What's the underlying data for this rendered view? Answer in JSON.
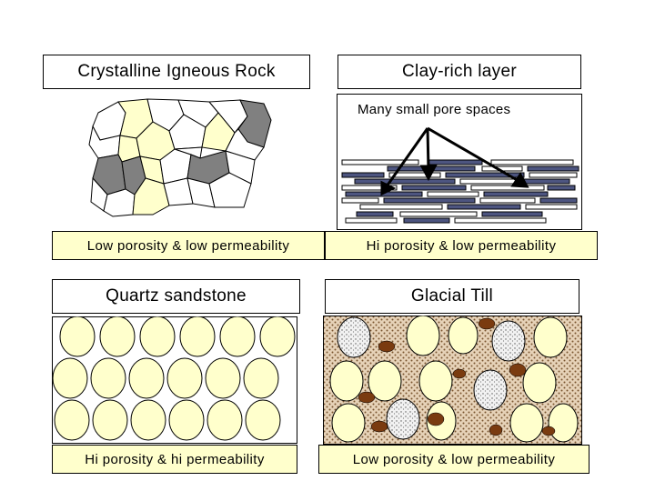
{
  "panels": [
    {
      "title": "Crystalline Igneous Rock",
      "caption": "Low porosity & low permeability"
    },
    {
      "title": "Clay-rich layer",
      "annotation": "Many small pore spaces",
      "caption": "Hi porosity & low permeability"
    },
    {
      "title": "Quartz sandstone",
      "caption": "Hi porosity & hi permeability"
    },
    {
      "title": "Glacial Till",
      "caption": "Low porosity & low permeability"
    }
  ],
  "colors": {
    "grain_light": "#ffffcc",
    "grain_white": "#ffffff",
    "grain_dark": "#808080",
    "clay_plate": "#4d5580",
    "till_matrix": "#c8a27a",
    "pebble": "#7a3b10",
    "speckled_clast": "#f2f2f2",
    "caption_bg": "#ffffcc"
  }
}
